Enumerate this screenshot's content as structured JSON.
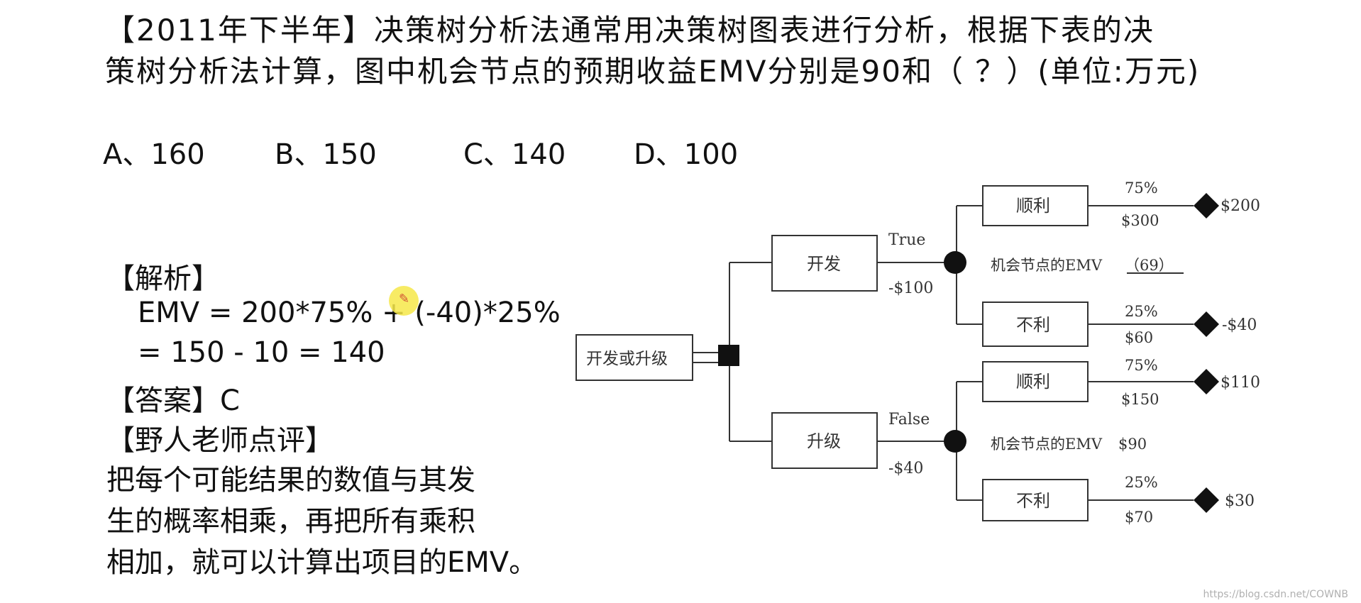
{
  "question": {
    "line1": "【2011年下半年】决策树分析法通常用决策树图表进行分析，根据下表的决",
    "line2": "策树分析法计算，图中机会节点的预期收益EMV分别是90和（ ？）(单位:万元)"
  },
  "options": [
    {
      "label": "A、160"
    },
    {
      "label": "B、150"
    },
    {
      "label": "C、140"
    },
    {
      "label": "D、100"
    }
  ],
  "analysis": {
    "heading": "【解析】",
    "formula1": "EMV = 200*75% + (-40)*25%",
    "formula2": "= 150 - 10 = 140",
    "answer": "【答案】C",
    "comment_heading": "【野人老师点评】",
    "comment_lines": [
      "把每个可能结果的数值与其发",
      "生的概率相乘，再把所有乘积",
      "相加，就可以计算出项目的EMV。"
    ]
  },
  "tree": {
    "root": "开发或升级",
    "develop": {
      "label": "开发",
      "branch_label": "True",
      "cost": "-$100",
      "emv_label": "机会节点的EMV",
      "emv_value": "（69）",
      "outcomes": [
        {
          "label": "顺利",
          "prob": "75%",
          "invest": "$300",
          "payoff": "$200"
        },
        {
          "label": "不利",
          "prob": "25%",
          "invest": "$60",
          "payoff": "-$40"
        }
      ]
    },
    "upgrade": {
      "label": "升级",
      "branch_label": "False",
      "cost": "-$40",
      "emv_label": "机会节点的EMV",
      "emv_value": "$90",
      "outcomes": [
        {
          "label": "顺利",
          "prob": "75%",
          "invest": "$150",
          "payoff": "$110"
        },
        {
          "label": "不利",
          "prob": "25%",
          "invest": "$70",
          "payoff": "$30"
        }
      ]
    }
  },
  "watermark": "https://blog.csdn.net/COWNB"
}
